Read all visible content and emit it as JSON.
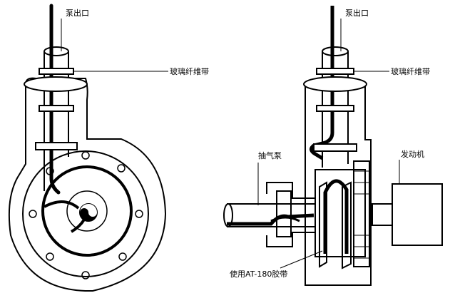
{
  "labels": {
    "pump_outlet_left": "泵出口",
    "fiberglass_tape_left": "玻璃纤维带",
    "pump_outlet_right": "泵出口",
    "fiberglass_tape_right": "玻璃纤维带",
    "vacuum_pump": "抽气泵",
    "engine": "发动机",
    "at180_tape": "使用AT-180胶带"
  }
}
